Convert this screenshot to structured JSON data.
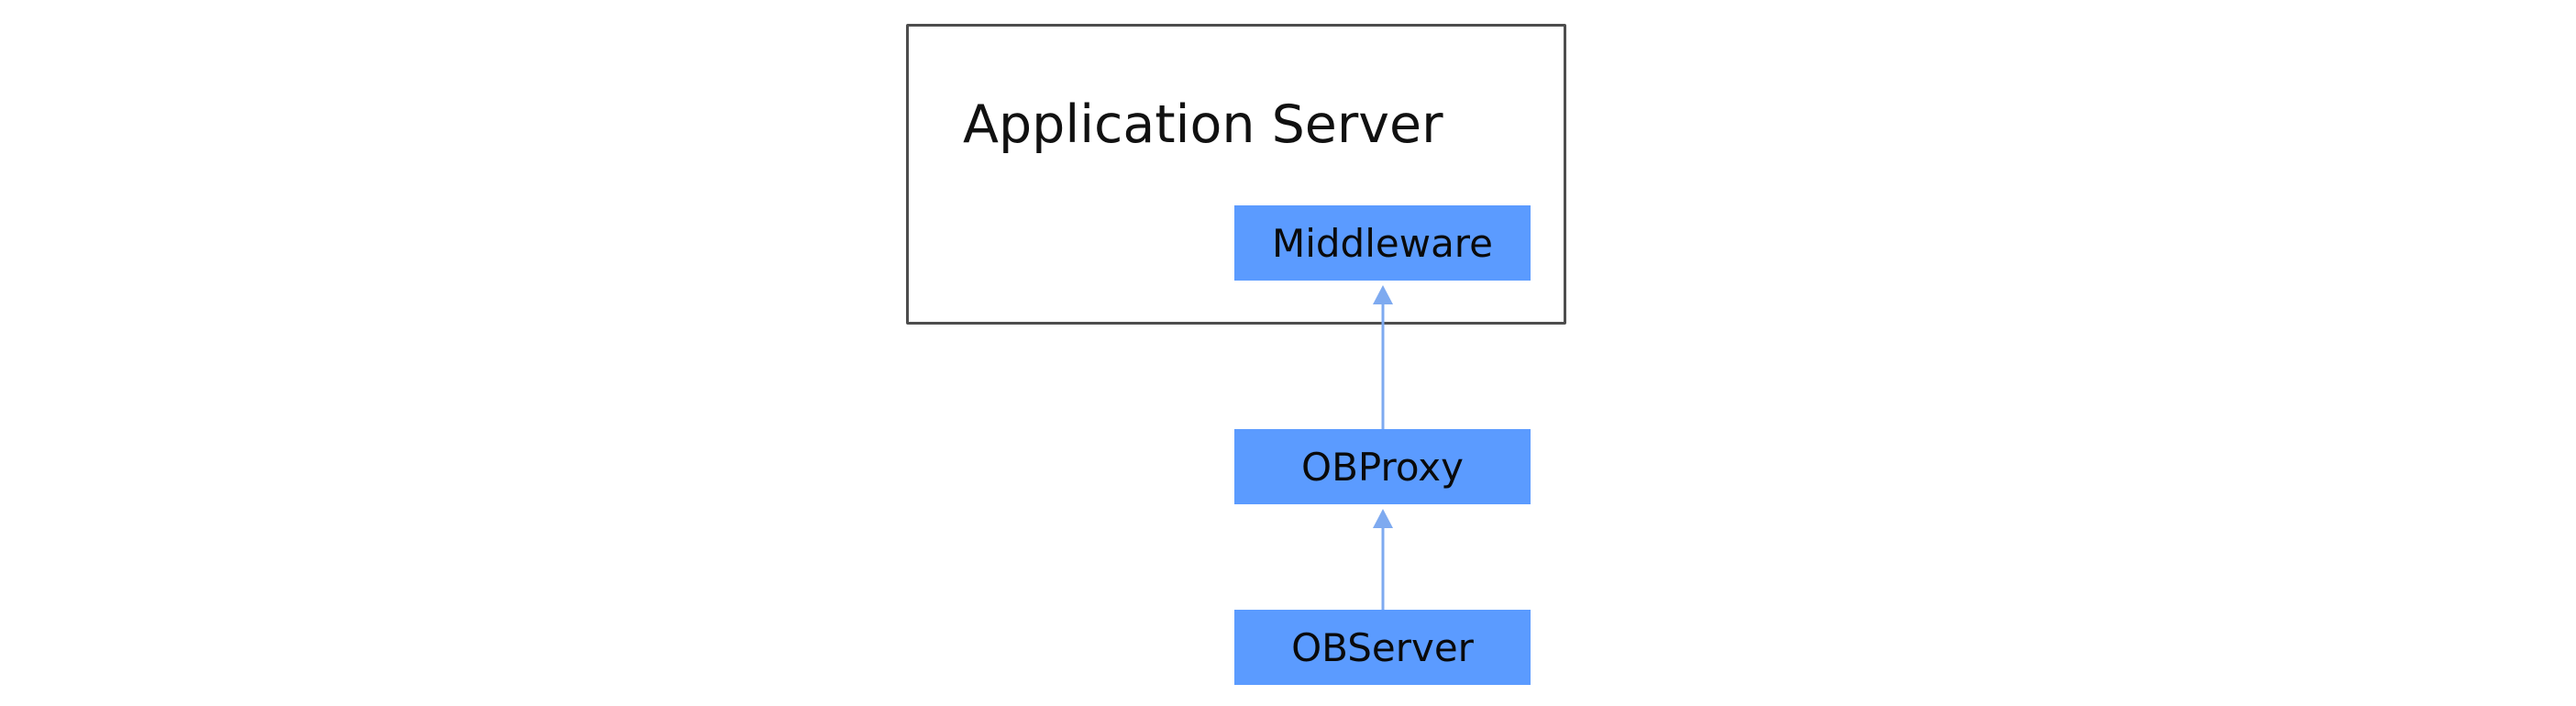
{
  "diagram": {
    "container": {
      "title": "Application Server"
    },
    "nodes": [
      {
        "id": "middleware",
        "label": "Middleware"
      },
      {
        "id": "obproxy",
        "label": "OBProxy"
      },
      {
        "id": "observer",
        "label": "OBServer"
      }
    ],
    "edges": [
      {
        "from": "obproxy",
        "to": "middleware"
      },
      {
        "from": "observer",
        "to": "obproxy"
      }
    ],
    "colors": {
      "node_fill": "#5b9bff",
      "arrow": "#7eaaf0",
      "container_border": "#4d4d4d"
    }
  }
}
